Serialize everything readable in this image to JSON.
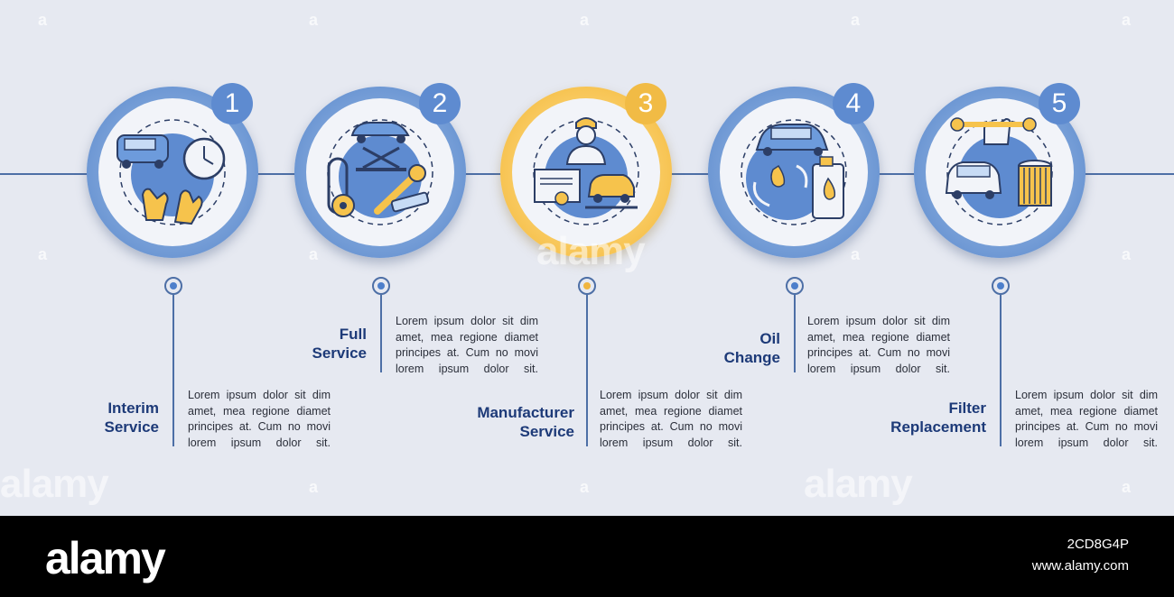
{
  "steps": [
    {
      "number": "1",
      "title_line1": "Interim",
      "title_line2": "Service",
      "description": "Lorem ipsum dolor sit dim amet, mea regione diamet principes at. Cum no movi lorem ipsum dolor sit.",
      "icon": "car-clock-gloves-icon",
      "accent": "#5e8bd0"
    },
    {
      "number": "2",
      "title_line1": "Full",
      "title_line2": "Service",
      "description": "Lorem ipsum dolor sit dim amet, mea regione diamet principes at. Cum no movi lorem ipsum dolor sit.",
      "icon": "car-lift-wrench-icon",
      "accent": "#5e8bd0"
    },
    {
      "number": "3",
      "title_line1": "Manufacturer",
      "title_line2": "Service",
      "description": "Lorem ipsum dolor sit dim amet, mea regione diamet principes at. Cum no movi lorem ipsum dolor sit.",
      "icon": "mechanic-certificate-icon",
      "accent": "#f1bb45"
    },
    {
      "number": "4",
      "title_line1": "Oil",
      "title_line2": "Change",
      "description": "Lorem ipsum dolor sit dim amet, mea regione diamet principes at. Cum no movi lorem ipsum dolor sit.",
      "icon": "oil-canister-icon",
      "accent": "#5e8bd0"
    },
    {
      "number": "5",
      "title_line1": "Filter",
      "title_line2": "Replacement",
      "description": "Lorem ipsum dolor sit dim amet, mea regione diamet principes at. Cum no movi lorem ipsum dolor sit.",
      "icon": "filter-wrench-icon",
      "accent": "#5e8bd0"
    }
  ],
  "watermark": {
    "text": "alamy",
    "small": "a"
  },
  "footer": {
    "logo": "alamy",
    "image_id": "2CD8G4P",
    "url": "www.alamy.com"
  }
}
